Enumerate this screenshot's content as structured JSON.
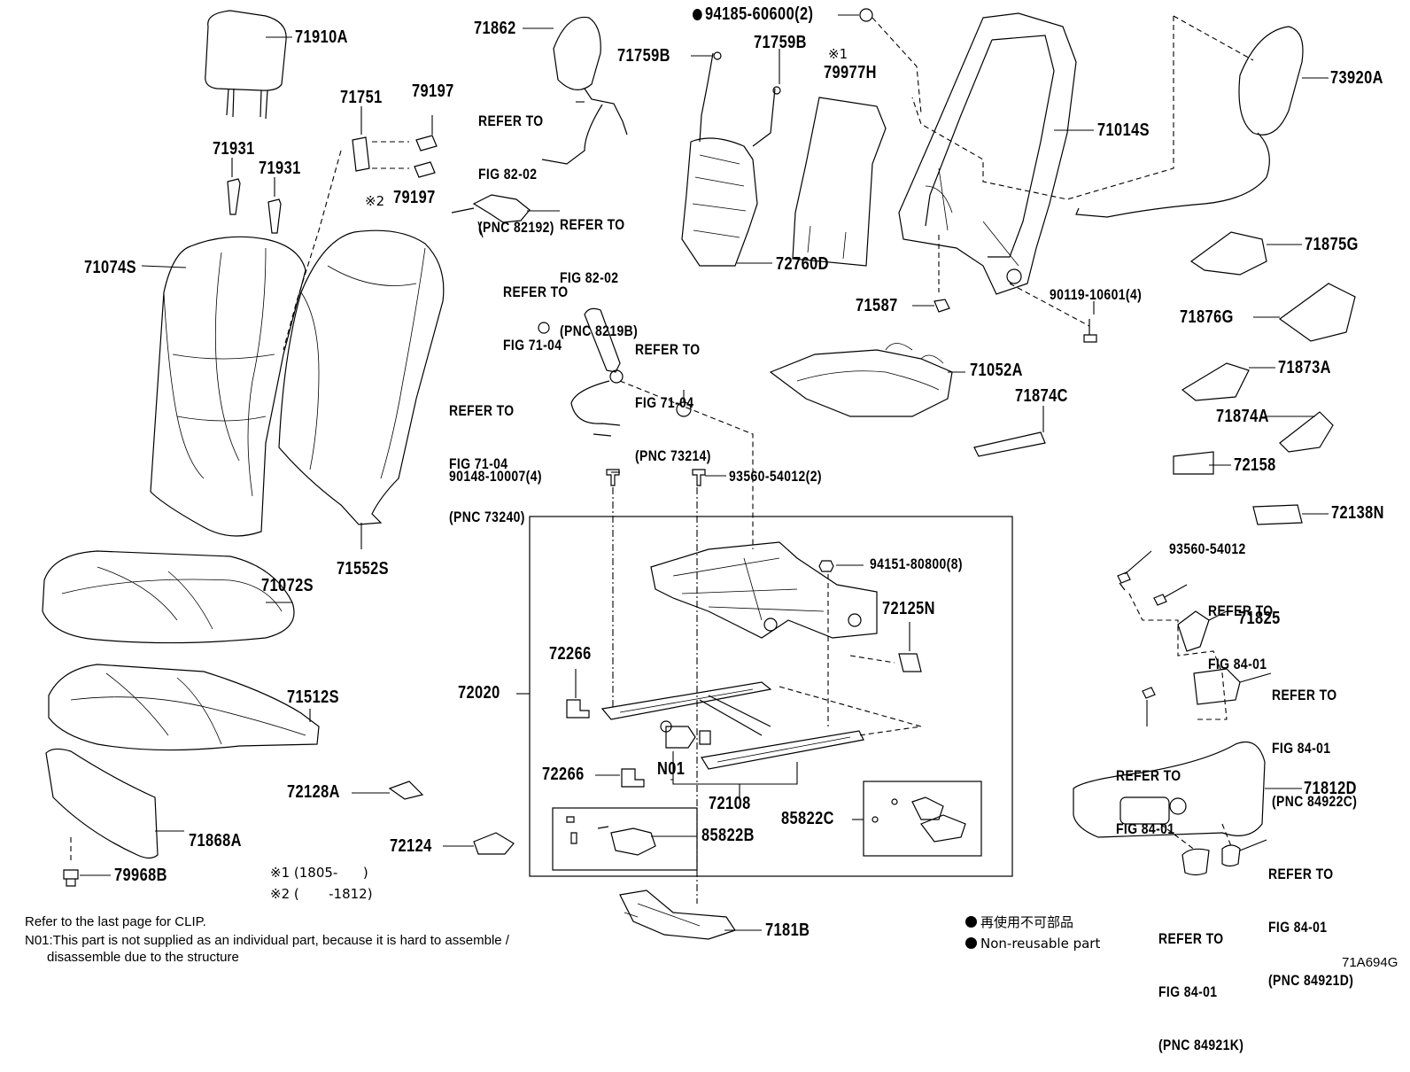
{
  "diagram": {
    "part_labels": [
      {
        "id": "71910A",
        "text": "71910A"
      },
      {
        "id": "71862",
        "text": "71862"
      },
      {
        "id": "94185-60600",
        "text": "94185-60600(2)"
      },
      {
        "id": "71759B_a",
        "text": "71759B"
      },
      {
        "id": "71759B_b",
        "text": "71759B"
      },
      {
        "id": "79977H",
        "text": "79977H"
      },
      {
        "id": "73920A",
        "text": "73920A"
      },
      {
        "id": "71751",
        "text": "71751"
      },
      {
        "id": "79197_a",
        "text": "79197"
      },
      {
        "id": "79197_b",
        "text": "79197"
      },
      {
        "id": "71931_a",
        "text": "71931"
      },
      {
        "id": "71931_b",
        "text": "71931"
      },
      {
        "id": "71014S",
        "text": "71014S"
      },
      {
        "id": "72760D",
        "text": "72760D"
      },
      {
        "id": "71074S",
        "text": "71074S"
      },
      {
        "id": "71875G",
        "text": "71875G"
      },
      {
        "id": "71587",
        "text": "71587"
      },
      {
        "id": "90119-10601",
        "text": "90119-10601(4)"
      },
      {
        "id": "71876G",
        "text": "71876G"
      },
      {
        "id": "71052A",
        "text": "71052A"
      },
      {
        "id": "71873A",
        "text": "71873A"
      },
      {
        "id": "71874C",
        "text": "71874C"
      },
      {
        "id": "71874A",
        "text": "71874A"
      },
      {
        "id": "72158",
        "text": "72158"
      },
      {
        "id": "90148-10007",
        "text": "90148-10007(4)"
      },
      {
        "id": "93560-54012-2",
        "text": "93560-54012(2)"
      },
      {
        "id": "72138N",
        "text": "72138N"
      },
      {
        "id": "71552S",
        "text": "71552S"
      },
      {
        "id": "94151-80800",
        "text": "94151-80800(8)"
      },
      {
        "id": "93560-54012",
        "text": "93560-54012"
      },
      {
        "id": "71072S",
        "text": "71072S"
      },
      {
        "id": "72125N",
        "text": "72125N"
      },
      {
        "id": "71825",
        "text": "71825"
      },
      {
        "id": "72266_a",
        "text": "72266"
      },
      {
        "id": "72020",
        "text": "72020"
      },
      {
        "id": "71512S",
        "text": "71512S"
      },
      {
        "id": "N01",
        "text": "N01"
      },
      {
        "id": "72266_b",
        "text": "72266"
      },
      {
        "id": "72128A",
        "text": "72128A"
      },
      {
        "id": "72108",
        "text": "72108"
      },
      {
        "id": "71812D",
        "text": "71812D"
      },
      {
        "id": "85822C",
        "text": "85822C"
      },
      {
        "id": "85822B",
        "text": "85822B"
      },
      {
        "id": "71868A",
        "text": "71868A"
      },
      {
        "id": "72124",
        "text": "72124"
      },
      {
        "id": "79968B",
        "text": "79968B"
      },
      {
        "id": "7181B",
        "text": "7181B"
      }
    ],
    "refer_labels": [
      {
        "id": "r1",
        "lines": [
          "REFER TO",
          "FIG 82-02",
          "(PNC 82192)"
        ]
      },
      {
        "id": "r2",
        "lines": [
          "REFER TO",
          "FIG 82-02",
          "(PNC 8219B)"
        ]
      },
      {
        "id": "r3",
        "lines": [
          "REFER TO",
          "FIG 71-04"
        ]
      },
      {
        "id": "r4",
        "lines": [
          "REFER TO",
          "FIG 71-04",
          "(PNC 73214)"
        ]
      },
      {
        "id": "r5",
        "lines": [
          "REFER TO",
          "FIG 71-04",
          "(PNC 73240)"
        ]
      },
      {
        "id": "r6",
        "lines": [
          "REFER TO",
          "FIG 84-01"
        ]
      },
      {
        "id": "r7",
        "lines": [
          "REFER TO",
          "FIG 84-01",
          "(PNC 84922C)"
        ]
      },
      {
        "id": "r8",
        "lines": [
          "REFER TO",
          "FIG 84-01"
        ]
      },
      {
        "id": "r9",
        "lines": [
          "REFER TO",
          "FIG 84-01",
          "(PNC 84921D)"
        ]
      },
      {
        "id": "r10",
        "lines": [
          "REFER TO",
          "FIG 84-01",
          "(PNC 84921K)"
        ]
      }
    ],
    "marks": {
      "mark1_top": "※1",
      "mark2_79197": "※2",
      "date_note_1": "※1 (1805-      )",
      "date_note_2": "※2 (       -1812)"
    },
    "notes": {
      "clip_note": "Refer to the last page for CLIP.",
      "n01_note_line1": "N01:This part is not supplied as an individual part, because it is hard to assemble /",
      "n01_note_line2": "      disassemble due to the structure"
    },
    "legend": {
      "jp": "再使用不可部品",
      "en": "Non-reusable part"
    },
    "figure_id": "71A694G"
  }
}
